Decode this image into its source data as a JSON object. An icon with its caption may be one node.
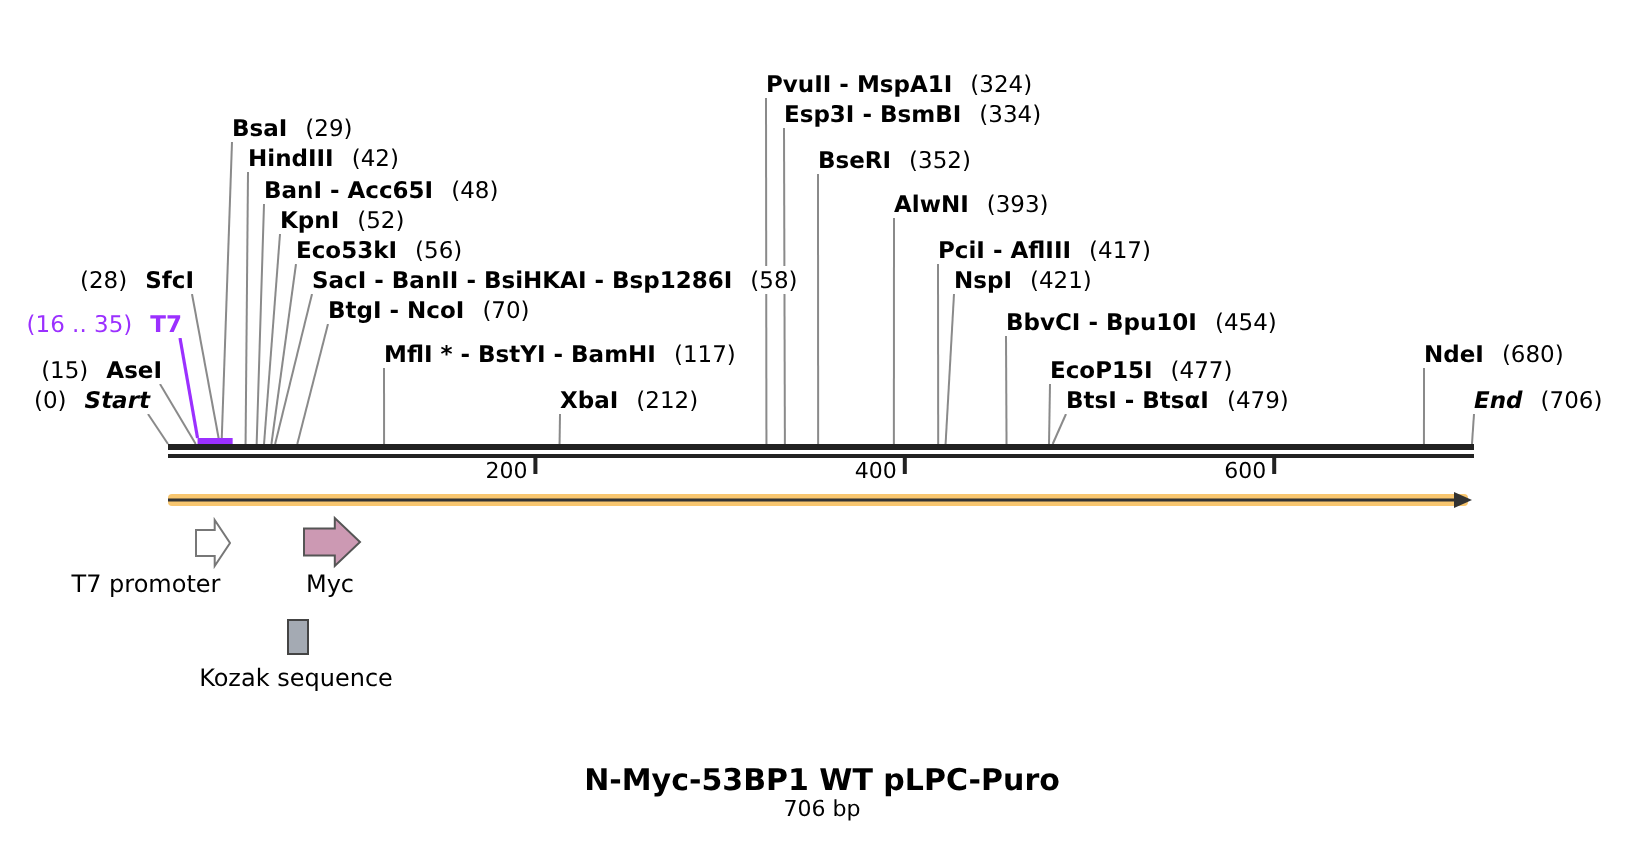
{
  "diagram": {
    "title": "N-Myc-53BP1 WT pLPC-Puro",
    "caption": "706 bp",
    "nodes": [
      {
        "text": [
          "(0)",
          "Start"
        ]
      },
      {
        "text": [
          "(15)",
          "AseI"
        ]
      },
      {
        "text": [
          "(16 .. 35)",
          "T7"
        ]
      },
      {
        "text": [],
        "shape": "bar"
      },
      {
        "text": [
          "(28)",
          "SfcI"
        ]
      },
      {
        "text": [
          "BsaI",
          "(29)"
        ]
      },
      {
        "text": [
          "HindIII",
          "(42)"
        ]
      },
      {
        "text": [
          "BanI - Acc65I",
          "(48)"
        ]
      },
      {
        "text": [
          "KpnI",
          "(52)"
        ]
      },
      {
        "text": [
          "Eco53kI",
          "(56)"
        ]
      },
      {
        "text": [
          "SacI - BanII - BsiHKAI - Bsp1286I",
          "(58)"
        ]
      },
      {
        "text": [
          "BtgI - NcoI",
          "(70)"
        ]
      },
      {
        "text": [
          "MflI * - BstYI - BamHI",
          "(117)"
        ]
      },
      {
        "text": [
          "XbaI",
          "(212)"
        ]
      },
      {
        "text": [
          "PvuII - MspA1I",
          "(324)"
        ]
      },
      {
        "text": [
          "Esp3I - BsmBI",
          "(334)"
        ]
      },
      {
        "text": [
          "BseRI",
          "(352)"
        ]
      },
      {
        "text": [
          "AlwNI",
          "(393)"
        ]
      },
      {
        "text": [
          "PciI - AflIII",
          "(417)"
        ]
      },
      {
        "text": [
          "NspI",
          "(421)"
        ]
      },
      {
        "text": [
          "BbvCI - Bpu10I",
          "(454)"
        ]
      },
      {
        "text": [
          "EcoP15I",
          "(477)"
        ]
      },
      {
        "text": [
          "BtsI - BtsαI",
          "(479)"
        ]
      },
      {
        "text": [
          "NdeI",
          "(680)"
        ]
      },
      {
        "text": [
          "End",
          "(706)"
        ]
      },
      {
        "text": [],
        "shape": "arrow"
      },
      {
        "text": [],
        "shape": "arrow",
        "beside": [
          "T7 promoter"
        ]
      },
      {
        "text": [],
        "shape": "arrow",
        "beside": [
          "Myc"
        ]
      },
      {
        "text": [],
        "shape": "box",
        "beside": [
          "Kozak sequence"
        ]
      },
      {
        "text": [],
        "shape": "bar"
      }
    ],
    "edges": [
      {
        "from": 0,
        "to": 29,
        "arrow": "none"
      },
      {
        "from": 1,
        "to": 29,
        "arrow": "none"
      },
      {
        "from": 2,
        "to": 3,
        "arrow": "none",
        "color": "#9b30ff"
      },
      {
        "from": 4,
        "to": 29,
        "arrow": "none"
      },
      {
        "from": 5,
        "to": 29,
        "arrow": "none"
      },
      {
        "from": 6,
        "to": 29,
        "arrow": "none"
      },
      {
        "from": 7,
        "to": 29,
        "arrow": "none"
      },
      {
        "from": 8,
        "to": 29,
        "arrow": "none"
      },
      {
        "from": 9,
        "to": 29,
        "arrow": "none"
      },
      {
        "from": 10,
        "to": 29,
        "arrow": "none"
      },
      {
        "from": 11,
        "to": 29,
        "arrow": "none"
      },
      {
        "from": 12,
        "to": 29,
        "arrow": "none"
      },
      {
        "from": 13,
        "to": 29,
        "arrow": "none"
      },
      {
        "from": 14,
        "to": 29,
        "arrow": "none"
      },
      {
        "from": 15,
        "to": 29,
        "arrow": "none"
      },
      {
        "from": 16,
        "to": 29,
        "arrow": "none"
      },
      {
        "from": 17,
        "to": 29,
        "arrow": "none"
      },
      {
        "from": 18,
        "to": 29,
        "arrow": "none"
      },
      {
        "from": 19,
        "to": 29,
        "arrow": "none"
      },
      {
        "from": 20,
        "to": 29,
        "arrow": "none"
      },
      {
        "from": 21,
        "to": 29,
        "arrow": "none"
      },
      {
        "from": 22,
        "to": 29,
        "arrow": "none"
      },
      {
        "from": 23,
        "to": 29,
        "arrow": "none"
      },
      {
        "from": 24,
        "to": 29,
        "arrow": "none"
      }
    ],
    "labels": [
      "200",
      "400",
      "600"
    ]
  }
}
